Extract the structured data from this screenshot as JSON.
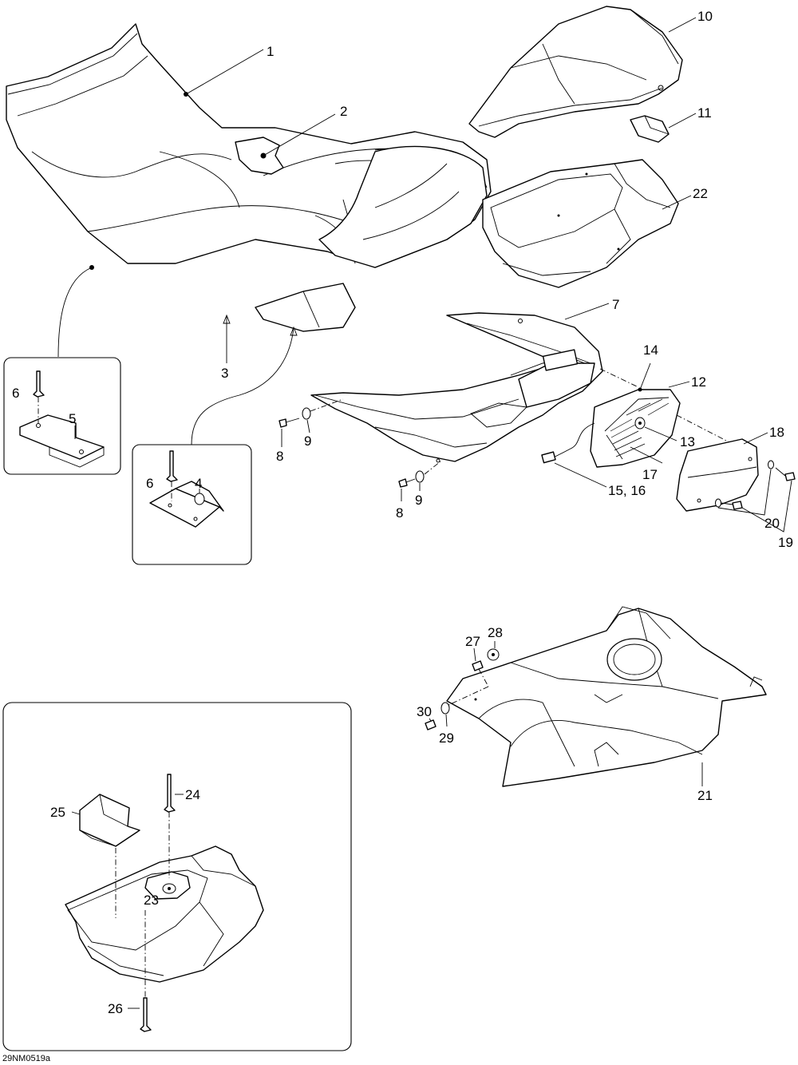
{
  "labels": {
    "p1": "1",
    "p2": "2",
    "p3": "3",
    "p4": "4",
    "p5": "5",
    "p6a": "6",
    "p6b": "6",
    "p7": "7",
    "p8a": "8",
    "p8b": "8",
    "p9a": "9",
    "p9b": "9",
    "p10": "10",
    "p11": "11",
    "p12": "12",
    "p13": "13",
    "p14": "14",
    "p15_16": "15, 16",
    "p17": "17",
    "p18": "18",
    "p19": "19",
    "p20": "20",
    "p21": "21",
    "p22": "22",
    "p23": "23",
    "p24": "24",
    "p25": "25",
    "p26": "26",
    "p27": "27",
    "p28": "28",
    "p29": "29",
    "p30": "30"
  },
  "reference_code": "29NM0519a"
}
